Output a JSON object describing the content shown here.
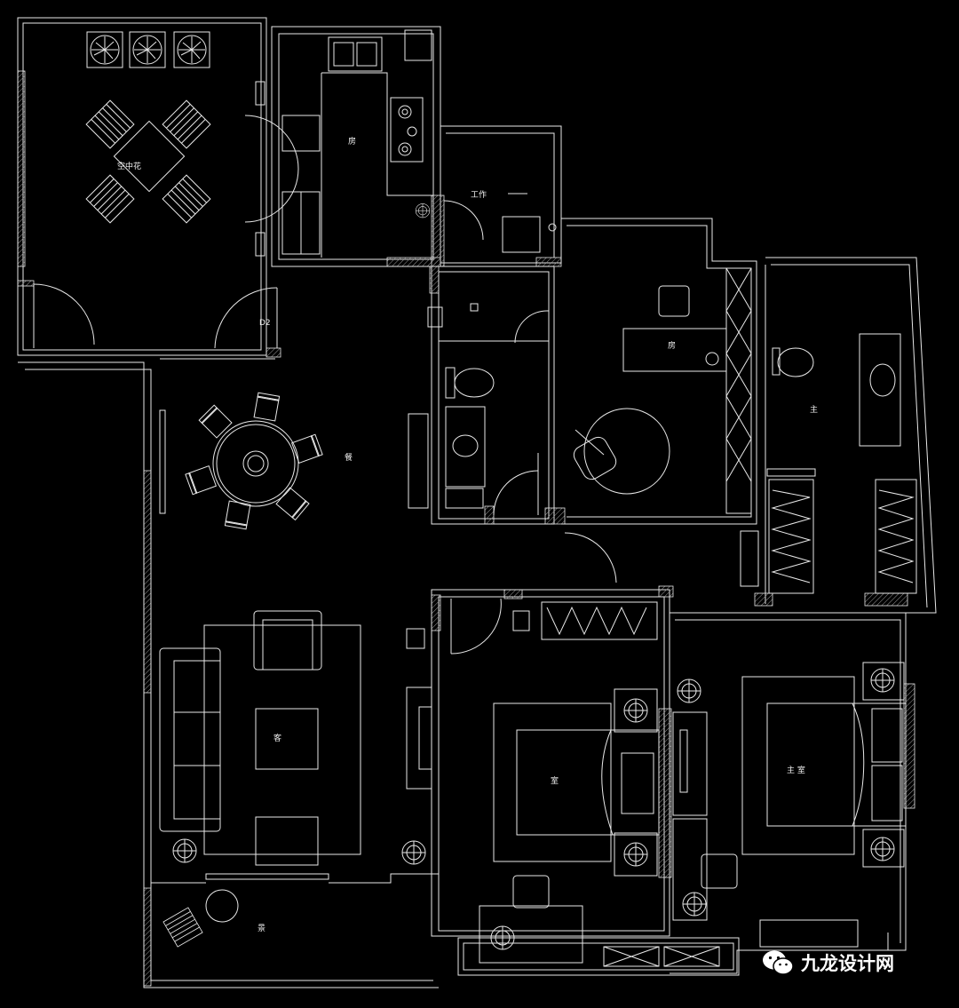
{
  "colors": {
    "background": "#000000",
    "line": "#e8e8e8",
    "hatch": "#9a9a9a"
  },
  "rooms": {
    "sky_garden": "空中花",
    "kitchen": "房",
    "work_balcony": "工作",
    "study": "房",
    "dining": "餐",
    "living": "客",
    "bedroom": "室",
    "master_bedroom": "主 室",
    "master_bath": "主",
    "balcony": "景"
  },
  "door_tag": "D2",
  "watermark": {
    "icon": "wechat-icon",
    "text": "九龙设计网"
  }
}
